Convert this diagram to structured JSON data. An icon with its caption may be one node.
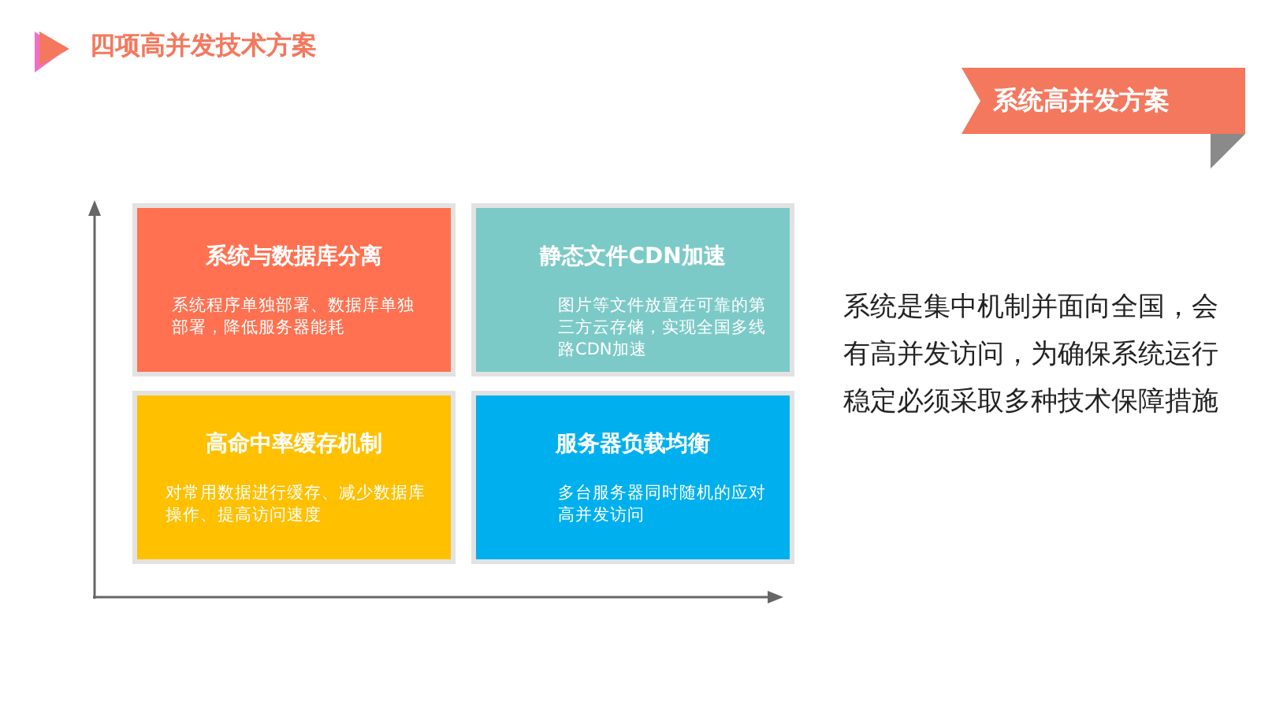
{
  "diagram": {
    "title": "四项高并发技术方案",
    "nodes": [
      {
        "text": [
          "系统高并发方案"
        ]
      },
      {
        "text": [
          "系统与数据库分离",
          "系统程序单独部署、数据库单独部署，降低服务器能耗"
        ]
      },
      {
        "text": [
          "静态文件CDN加速",
          "图片等文件放置在可靠的第三方云存储，实现全国多线路CDN加速"
        ]
      },
      {
        "text": [
          "高命中率缓存机制",
          "对常用数据进行缓存、减少数据库操作、提高访问速度"
        ]
      },
      {
        "text": [
          "服务器负载均衡",
          "多台服务器同时随机的应对高并发访问"
        ]
      }
    ],
    "labels": [
      "系统是集中机制并面向全国，会有高并发访问，为确保系统运行稳定必须采取多种技术保障措施"
    ]
  }
}
